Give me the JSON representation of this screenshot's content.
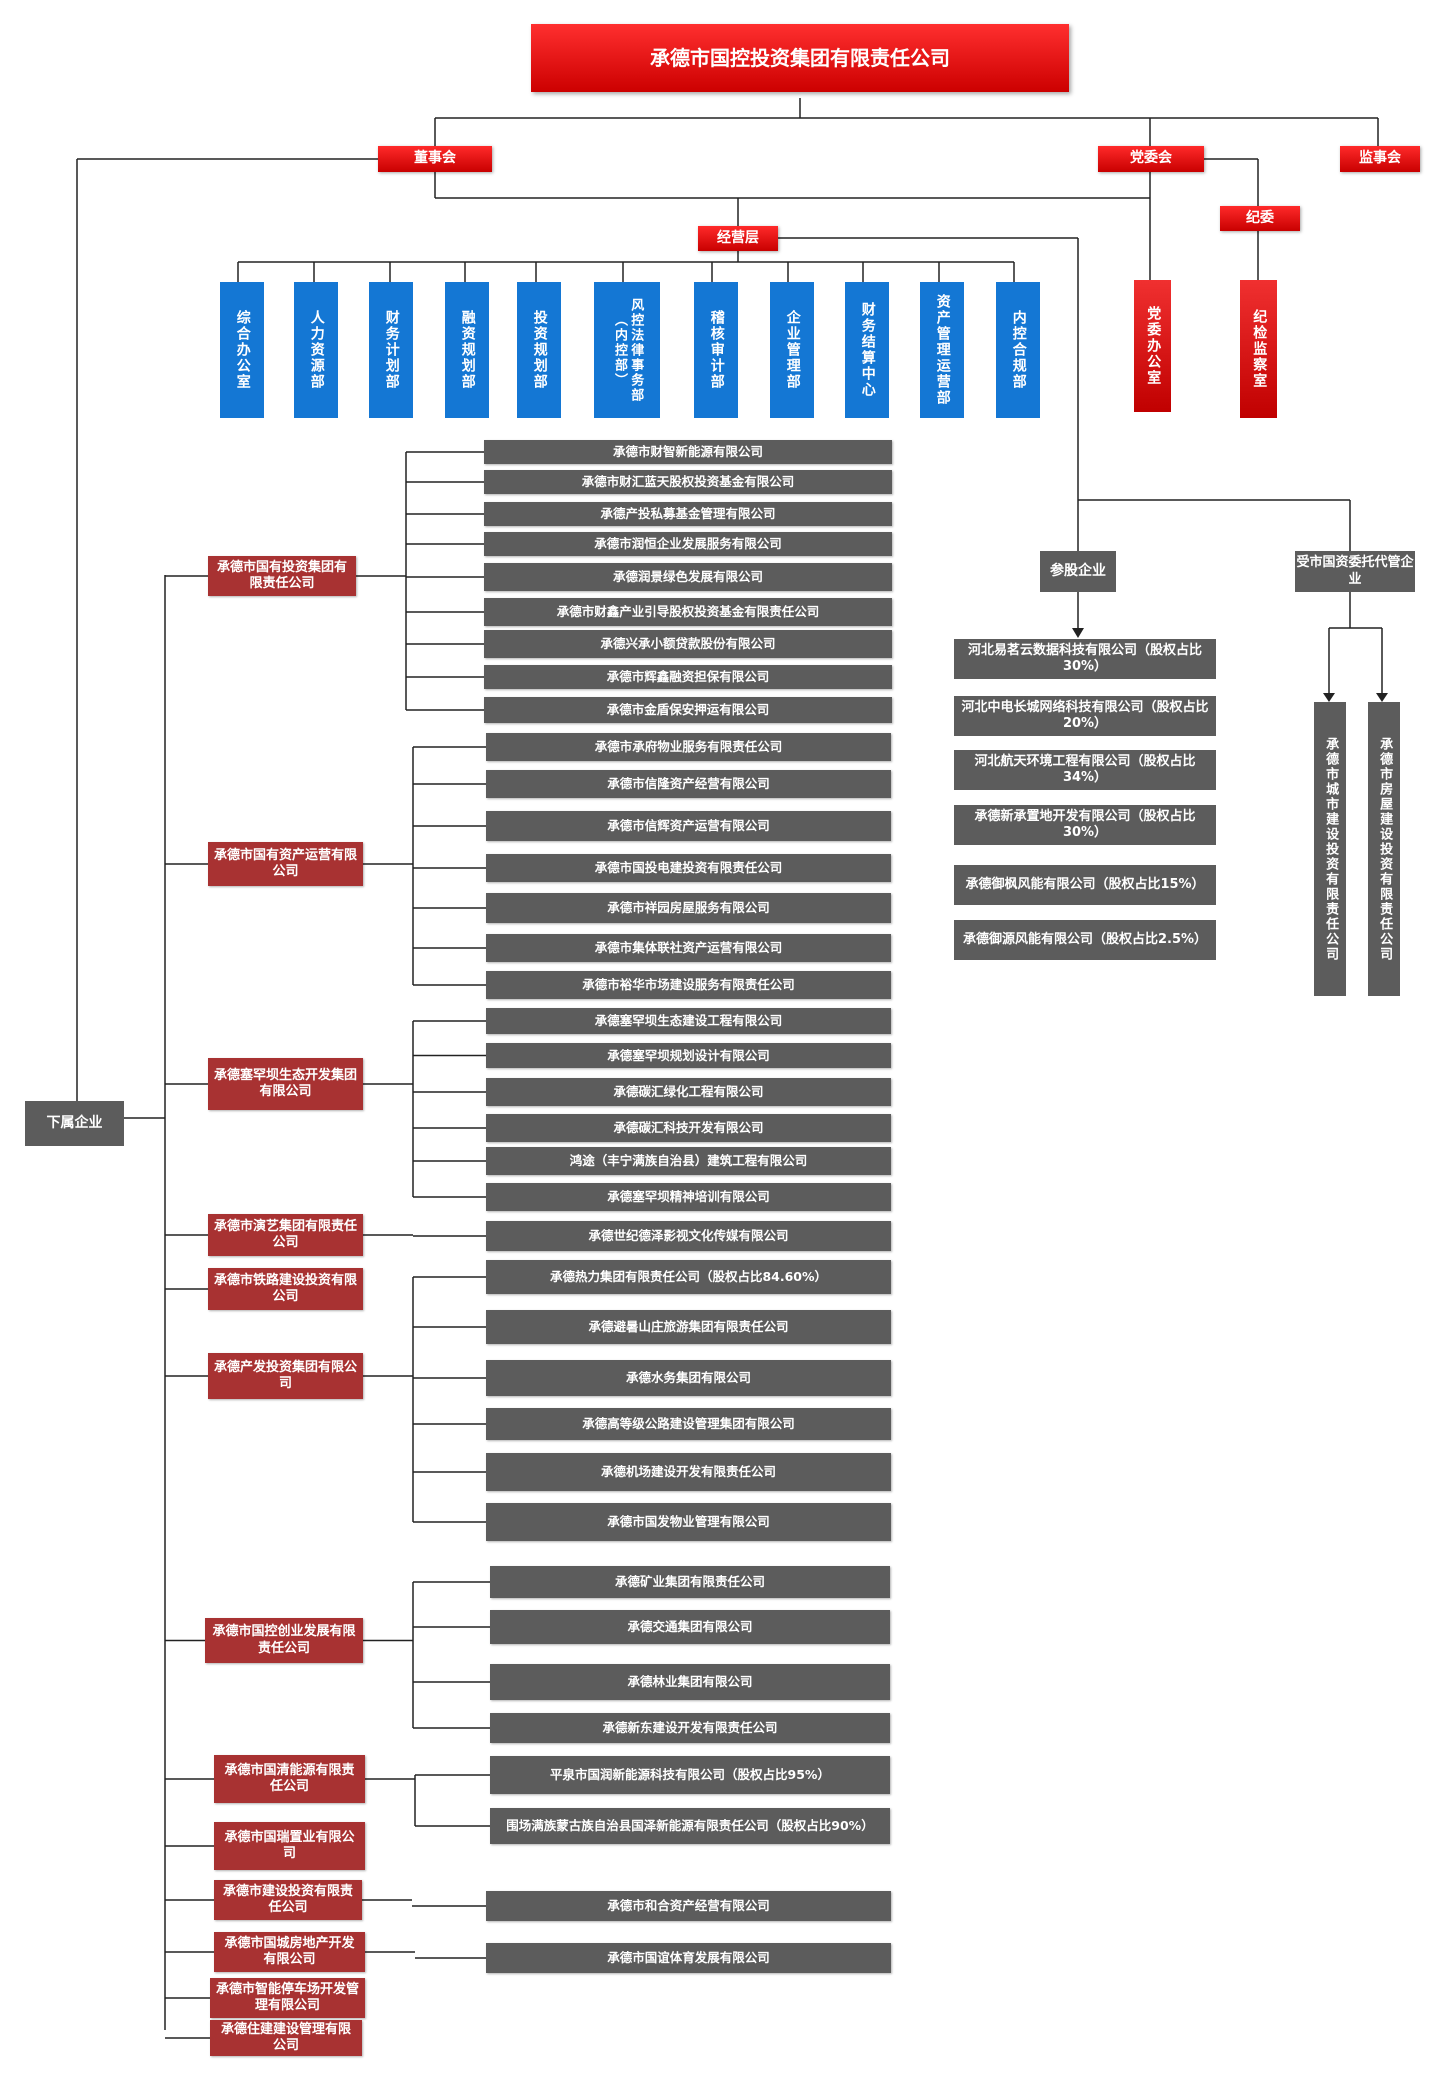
{
  "company": "承德市国控投资集团有限责任公司",
  "board": "董事会",
  "party": "党委会",
  "supervisory": "监事会",
  "discipline": "纪委",
  "management": "经营层",
  "party_office": "党委办公室",
  "inspection_office": "纪检监察室",
  "departments": [
    "综合办公室",
    "人力资源部",
    "财务计划部",
    "融资规划部",
    "投资规划部",
    "风控法律事务部（内控部）",
    "稽核审计部",
    "企业管理部",
    "财务结算中心",
    "资产管理运营部",
    "内控合规部"
  ],
  "subsidiaries_label": "下属企业",
  "participating_label": "参股企业",
  "entrusted_label": "受市国资委托代管企业",
  "subsidiaries": [
    {
      "name": "承德市国有投资集团有限责任公司",
      "children": [
        "承德市财智新能源有限公司",
        "承德市财汇蓝天股权投资基金有限公司",
        "承德产投私募基金管理有限公司",
        "承德市润恒企业发展服务有限公司",
        "承德润景绿色发展有限公司",
        "承德市财鑫产业引导股权投资基金有限责任公司",
        "承德兴承小额贷款股份有限公司",
        "承德市辉鑫融资担保有限公司",
        "承德市金盾保安押运有限公司"
      ]
    },
    {
      "name": "承德市国有资产运营有限公司",
      "children": [
        "承德市承府物业服务有限责任公司",
        "承德市信隆资产经营有限公司",
        "承德市信辉资产运营有限公司",
        "承德市国投电建投资有限责任公司",
        "承德市祥园房屋服务有限公司",
        "承德市集体联社资产运营有限公司",
        "承德市裕华市场建设服务有限责任公司"
      ]
    },
    {
      "name": "承德塞罕坝生态开发集团有限公司",
      "children": [
        "承德塞罕坝生态建设工程有限公司",
        "承德塞罕坝规划设计有限公司",
        "承德碳汇绿化工程有限公司",
        "承德碳汇科技开发有限公司",
        "鸿途（丰宁满族自治县）建筑工程有限公司",
        "承德塞罕坝精神培训有限公司"
      ]
    },
    {
      "name": "承德市演艺集团有限责任公司",
      "children": [
        "承德世纪德泽影视文化传媒有限公司"
      ]
    },
    {
      "name": "承德市铁路建设投资有限公司",
      "children": []
    },
    {
      "name": "承德产发投资集团有限公司",
      "children": [
        "承德热力集团有限责任公司（股权占比84.60%）",
        "承德避暑山庄旅游集团有限责任公司",
        "承德水务集团有限公司",
        "承德高等级公路建设管理集团有限公司",
        "承德机场建设开发有限责任公司",
        "承德市国发物业管理有限公司"
      ]
    },
    {
      "name": "承德市国控创业发展有限责任公司",
      "children": [
        "承德矿业集团有限责任公司",
        "承德交通集团有限公司",
        "承德林业集团有限公司",
        "承德新东建设开发有限责任公司"
      ]
    },
    {
      "name": "承德市国清能源有限责任公司",
      "children": [
        "平泉市国润新能源科技有限公司（股权占比95%）",
        "围场满族蒙古族自治县国泽新能源有限责任公司（股权占比90%）"
      ]
    },
    {
      "name": "承德市国瑞置业有限公司",
      "children": []
    },
    {
      "name": "承德市建设投资有限责任公司",
      "children": [
        "承德市和合资产经营有限公司"
      ]
    },
    {
      "name": "承德市国城房地产开发有限公司",
      "children": [
        "承德市国谊体育发展有限公司"
      ]
    },
    {
      "name": "承德市智能停车场开发管理有限公司",
      "children": []
    },
    {
      "name": "承德住建建设管理有限公司",
      "children": []
    }
  ],
  "participating": [
    "河北易茗云数据科技有限公司（股权占比30%）",
    "河北中电长城网络科技有限公司（股权占比20%）",
    "河北航天环境工程有限公司（股权占比34%）",
    "承德新承置地开发有限公司（股权占比30%）",
    "承德御枫风能有限公司（股权占比15%）",
    "承德御源风能有限公司（股权占比2.5%）"
  ],
  "entrusted": [
    "承德市城市建设投资有限责任公司",
    "承德市房屋建设投资有限责任公司"
  ]
}
